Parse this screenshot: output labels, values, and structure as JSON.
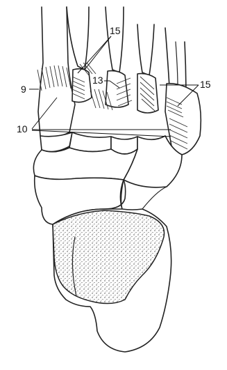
{
  "labels": {
    "label_15_top": "15",
    "label_13": "13",
    "label_15_right": "15",
    "label_9": "9",
    "label_10": "10"
  }
}
